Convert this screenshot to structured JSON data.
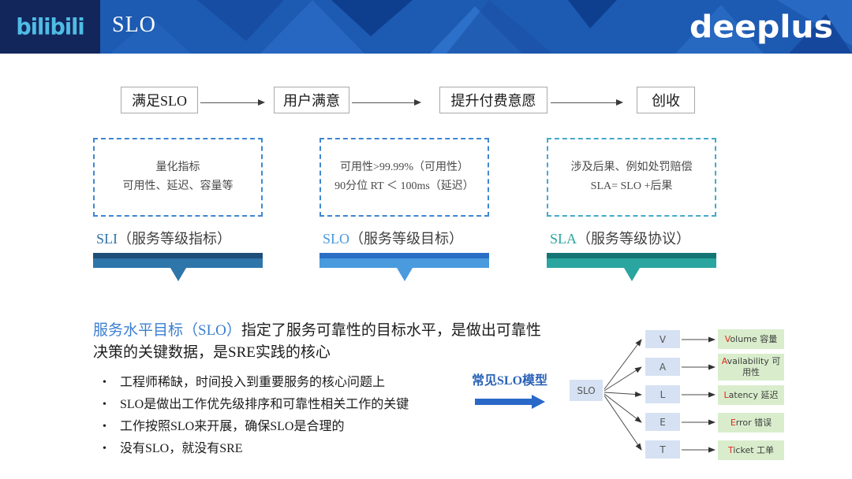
{
  "header": {
    "logo_left": "bilibili",
    "slide_title": "SLO",
    "logo_right": "deeplus"
  },
  "colors": {
    "header_blue": "#1d5ab2",
    "header_navy": "#13265c",
    "bilibili_blue": "#4fbce4",
    "sli_accent": "#2e75a9",
    "slo_accent": "#4a9ade",
    "sla_accent": "#2aa5a0",
    "dashed_blue": "#3f86d2",
    "dashed_teal": "#44a9c9",
    "link_blue": "#3b7fd0",
    "model_arrow_blue": "#2a68c8",
    "node_blue_bg": "#d6e2f3",
    "node_green_bg": "#d9edcc",
    "red_letter": "#e8251f"
  },
  "flow": {
    "steps": [
      {
        "label": "满足SLO"
      },
      {
        "label": "用户满意"
      },
      {
        "label": "提升付费意愿"
      },
      {
        "label": "创收"
      }
    ]
  },
  "columns": [
    {
      "box_line1": "量化指标",
      "box_line2": "可用性、延迟、容量等",
      "acronym": "SLI",
      "label_cn": "（服务等级指标）"
    },
    {
      "box_line1": "可用性>99.99%（可用性）",
      "box_line2": "90分位 RT ＜ 100ms（延迟）",
      "acronym": "SLO",
      "label_cn": "（服务等级目标）"
    },
    {
      "box_line1": "涉及后果、例如处罚赔偿",
      "box_line2": "SLA= SLO +后果",
      "acronym": "SLA",
      "label_cn": "（服务等级协议）"
    }
  ],
  "main_text": {
    "lead_highlight": "服务水平目标（SLO）",
    "lead_rest": "指定了服务可靠性的目标水平，是做出可靠性决策的关键数据，是SRE实践的核心",
    "bullets": [
      "工程师稀缺，时间投入到重要服务的核心问题上",
      "SLO是做出工作优先级排序和可靠性相关工作的关键",
      "工作按照SLO来开展，确保SLO是合理的",
      "没有SLO，就没有SRE"
    ]
  },
  "slo_model": {
    "caption": "常见SLO模型",
    "root": "SLO",
    "items": [
      {
        "letter": "V",
        "first": "V",
        "rest": "olume 容量"
      },
      {
        "letter": "A",
        "first": "A",
        "rest": "vailability 可用性"
      },
      {
        "letter": "L",
        "first": "L",
        "rest": "atency 延迟"
      },
      {
        "letter": "E",
        "first": "E",
        "rest": "rror 错误"
      },
      {
        "letter": "T",
        "first": "T",
        "rest": "icket 工单"
      }
    ]
  }
}
